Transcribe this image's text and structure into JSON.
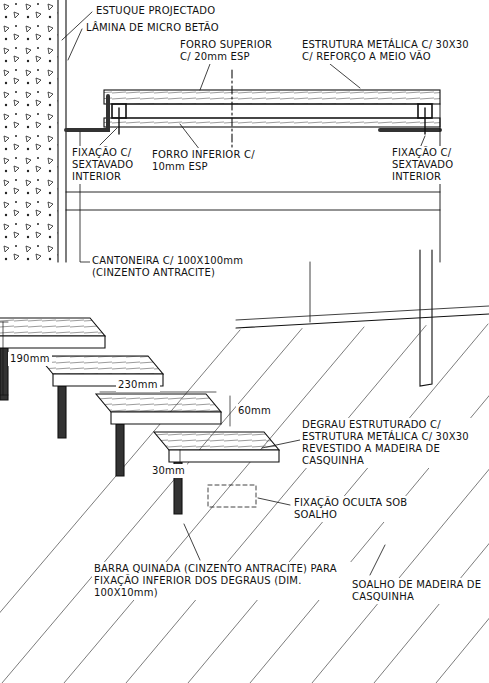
{
  "diagram": {
    "labels": [
      "ESTUQUE PROJECTADO",
      "LÂMINA DE MICRO BETÃO",
      "FORRO SUPERIOR C/ 20mm ESP",
      "ESTRUTURA METÁLICA C/ 30X30 C/ REFORÇO A MEIO VÃO",
      "FIXAÇÃO C/ SEXTAVADO INTERIOR",
      "FORRO INFERIOR C/ 10mm ESP",
      "FIXAÇÃO C/ SEXTAVADO INTERIOR",
      "CANTONEIRA C/ 100X100mm (CINZENTO ANTRACITE)",
      "190mm",
      "230mm",
      "60mm",
      "30mm",
      "DEGRAU ESTRUTURADO C/ ESTRUTURA METÁLICA C/ 30X30 REVESTIDO A MADEIRA DE CASQUINHA",
      "FIXAÇÃO OCULTA SOB SOALHO",
      "BARRA QUINADA (CINZENTO ANTRACITE) PARA FIXAÇÃO INFERIOR DOS DEGRAUS (DIM. 100X10mm)",
      "SOALHO DE MADEIRA DE CASQUINHA"
    ]
  }
}
